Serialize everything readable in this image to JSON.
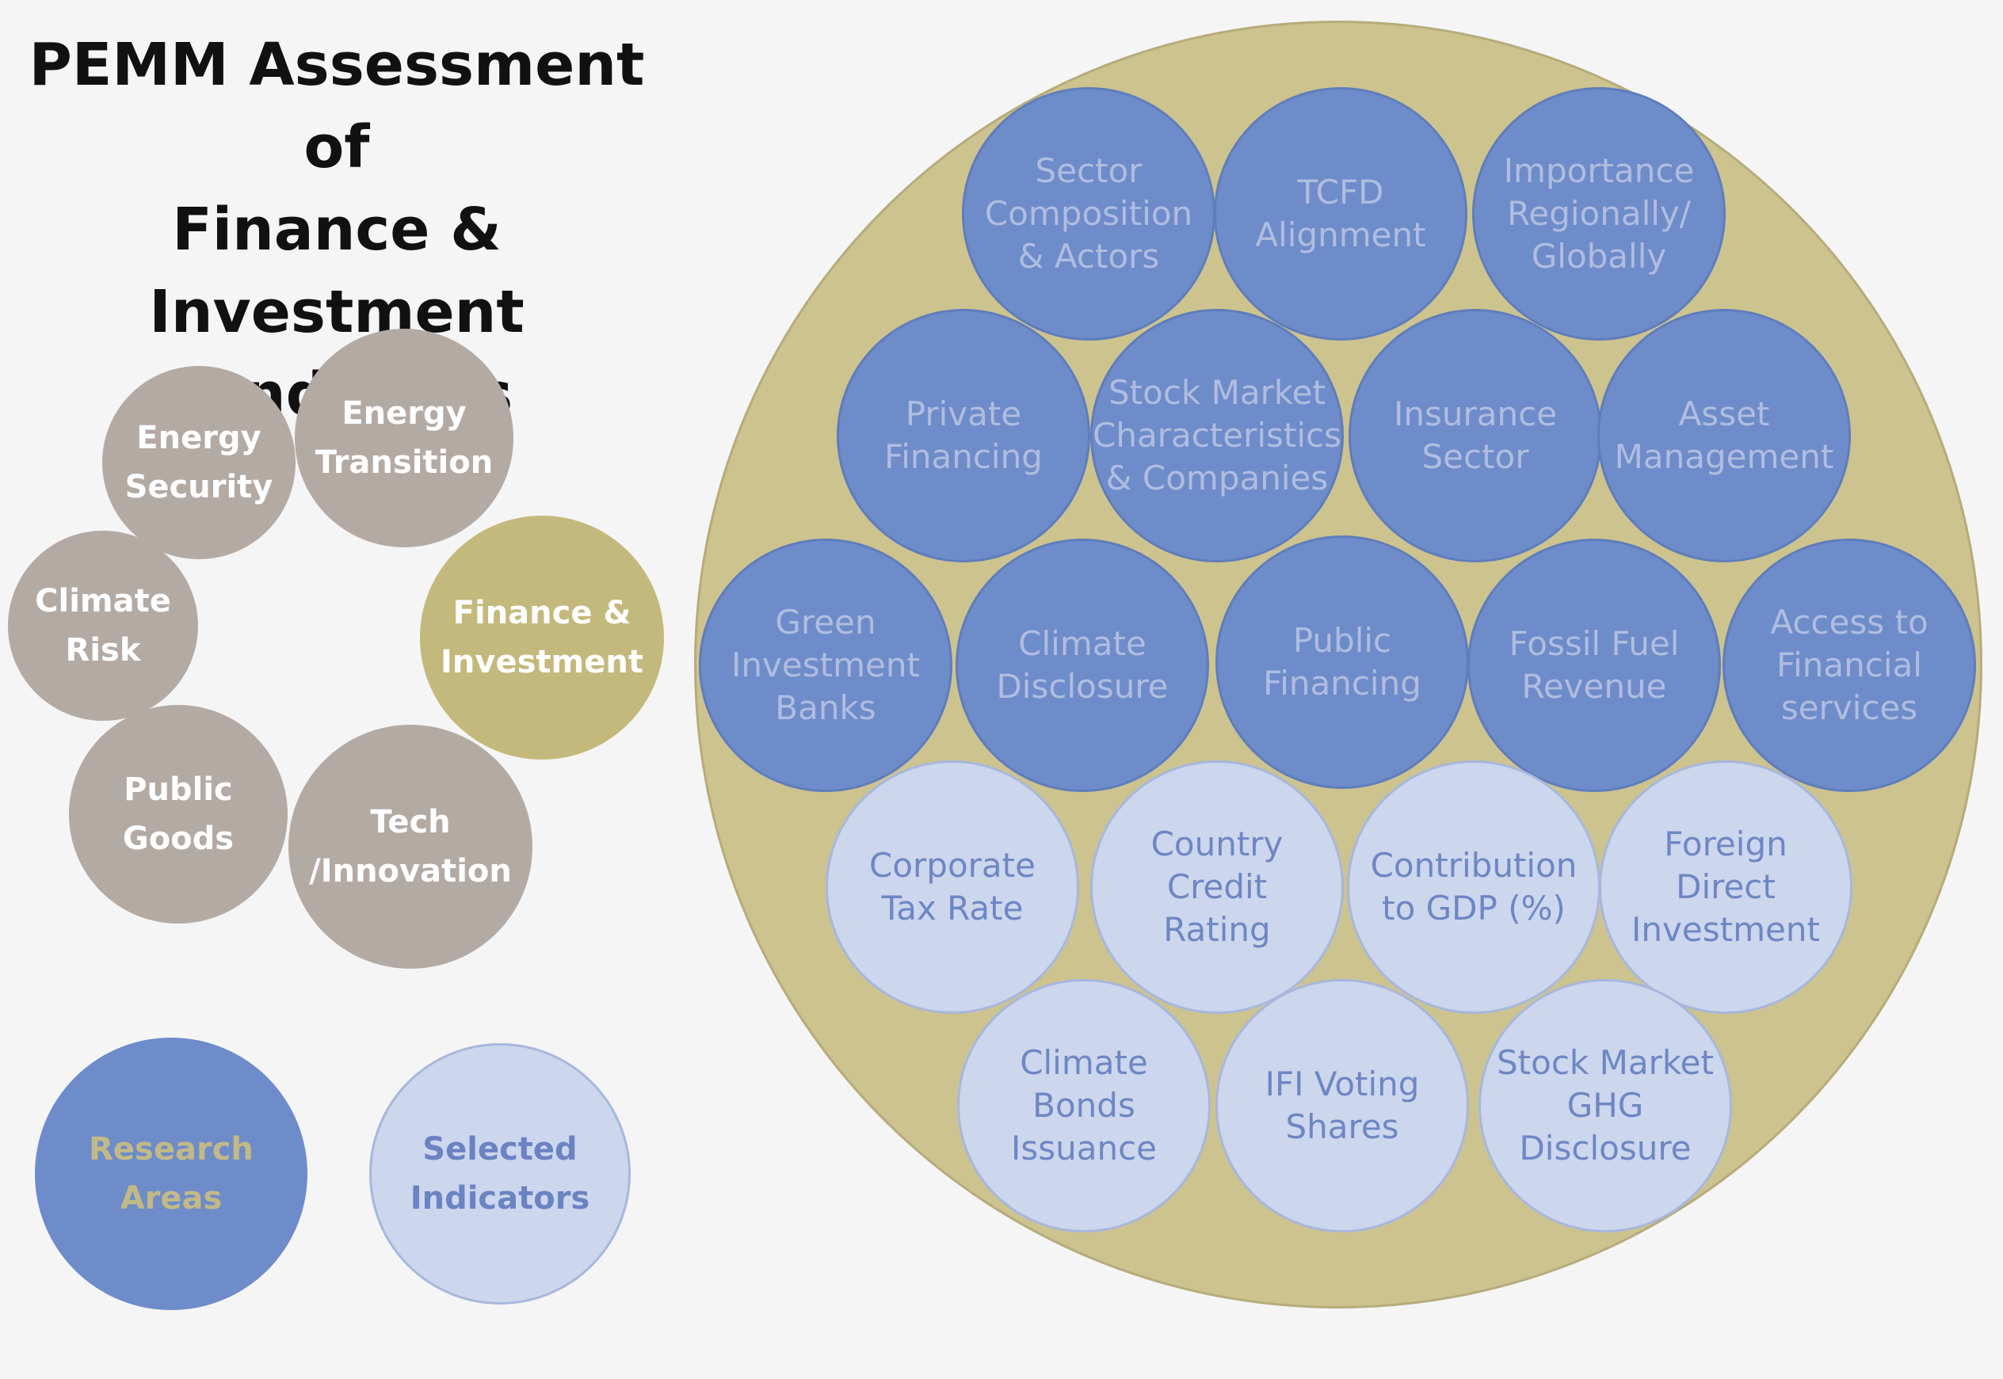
{
  "title_lines": [
    "PEMM Assessment of",
    "Finance & Investment",
    "Conditions"
  ],
  "focus_areas": [
    {
      "label": "Energy\nSecurity"
    },
    {
      "label": "Energy\nTransition"
    },
    {
      "label": "Climate\nRisk"
    },
    {
      "label": "Finance &\nInvestment",
      "active": true
    },
    {
      "label": "Public\nGoods"
    },
    {
      "label": "Tech\n/Innovation"
    }
  ],
  "research_areas": [
    {
      "label": "Sector\nComposition\n& Actors"
    },
    {
      "label": "TCFD\nAlignment"
    },
    {
      "label": "Importance\nRegionally/\nGlobally"
    },
    {
      "label": "Private\nFinancing"
    },
    {
      "label": "Stock Market\nCharacteristics\n& Companies"
    },
    {
      "label": "Insurance\nSector"
    },
    {
      "label": "Asset\nManagement"
    },
    {
      "label": "Green\nInvestment\nBanks"
    },
    {
      "label": "Climate\nDisclosure"
    },
    {
      "label": "Public\nFinancing"
    },
    {
      "label": "Fossil Fuel\nRevenue"
    },
    {
      "label": "Access to\nFinancial\nservices"
    }
  ],
  "selected_indicators": [
    {
      "label": "Corporate\nTax Rate"
    },
    {
      "label": "Country\nCredit\nRating"
    },
    {
      "label": "Contribution\nto GDP (%)"
    },
    {
      "label": "Foreign\nDirect\nInvestment"
    },
    {
      "label": "Climate\nBonds\nIssuance"
    },
    {
      "label": "IFI Voting\nShares"
    },
    {
      "label": "Stock Market\nGHG\nDisclosure"
    }
  ],
  "legend": {
    "research_areas": "Research\nAreas",
    "selected_indicators": "Selected\nIndicators"
  },
  "colors": {
    "background": "#f5f5f5",
    "focus_area_circle": "#b4aaa4",
    "active_focus_area": "#c4b97c",
    "outer_circle": "#cdc38f",
    "research_area_circle": "#6e8cc9",
    "selected_indicator_circle": "#ccd6ec"
  }
}
